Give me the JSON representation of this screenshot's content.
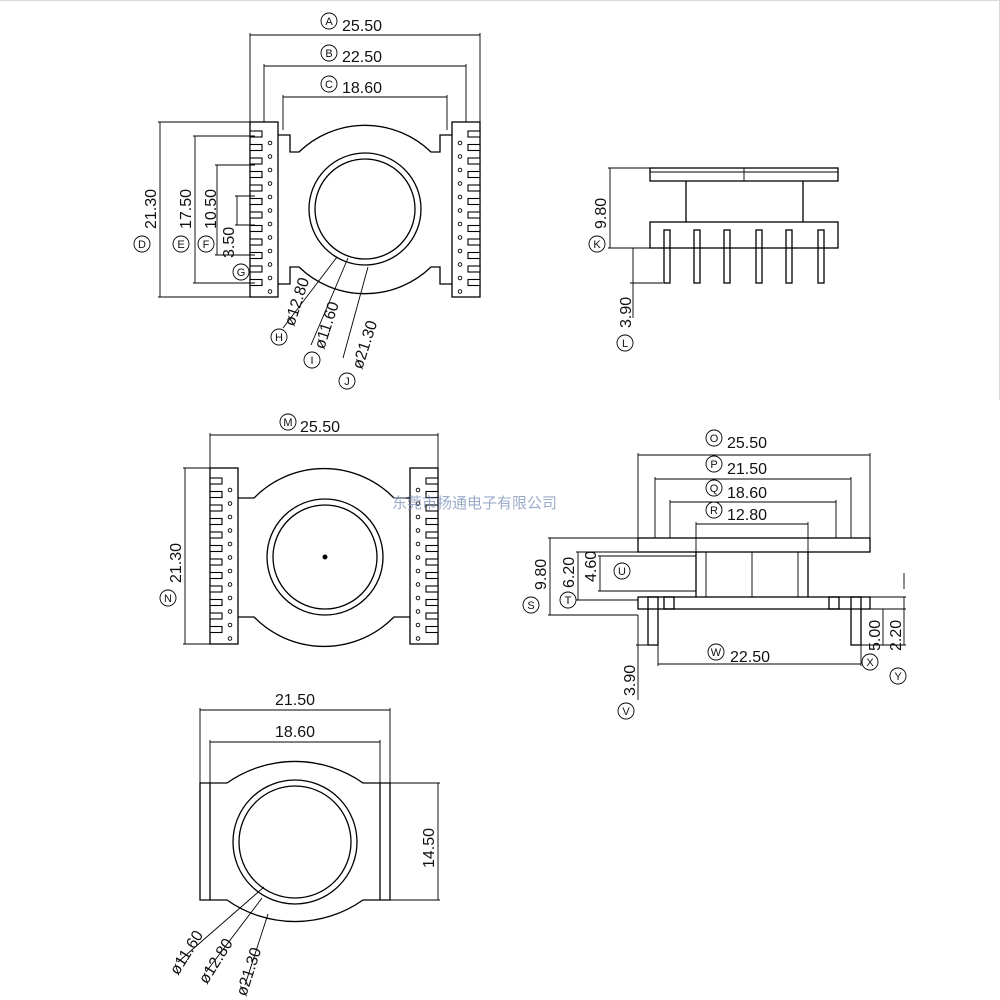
{
  "watermark": "东莞市扬通电子有限公司",
  "top_view": {
    "A": {
      "letter": "A",
      "value": "25.50"
    },
    "B": {
      "letter": "B",
      "value": "22.50"
    },
    "C": {
      "letter": "C",
      "value": "18.60"
    },
    "D": {
      "letter": "D",
      "value": "21.30"
    },
    "E": {
      "letter": "E",
      "value": "17.50"
    },
    "F": {
      "letter": "F",
      "value": "10.50"
    },
    "G": {
      "letter": "G",
      "value": "3.50"
    },
    "H": {
      "letter": "H",
      "value": "ø12.80"
    },
    "I": {
      "letter": "I",
      "value": "ø11.60"
    },
    "J": {
      "letter": "J",
      "value": "ø21.30"
    }
  },
  "side_view_right": {
    "K": {
      "letter": "K",
      "value": "9.80"
    },
    "L": {
      "letter": "L",
      "value": "3.90"
    }
  },
  "front_view": {
    "M": {
      "letter": "M",
      "value": "25.50"
    },
    "N": {
      "letter": "N",
      "value": "21.30"
    }
  },
  "section_view": {
    "O": {
      "letter": "O",
      "value": "25.50"
    },
    "P": {
      "letter": "P",
      "value": "21.50"
    },
    "Q": {
      "letter": "Q",
      "value": "18.60"
    },
    "R": {
      "letter": "R",
      "value": "12.80"
    },
    "S": {
      "letter": "S",
      "value": "9.80"
    },
    "T": {
      "letter": "T",
      "value": "6.20"
    },
    "U": {
      "letter": "U",
      "value": "4.60"
    },
    "V": {
      "letter": "V",
      "value": "3.90"
    },
    "W": {
      "letter": "W",
      "value": "22.50"
    },
    "X": {
      "letter": "X",
      "value": "5.00"
    },
    "Y": {
      "letter": "Y",
      "value": "2.20"
    }
  },
  "flange_view": {
    "width_outer": "21.50",
    "width_inner": "18.60",
    "height": "14.50",
    "dia_inner": "ø11.60",
    "dia_mid": "ø12.80",
    "dia_outer": "ø21.30"
  }
}
